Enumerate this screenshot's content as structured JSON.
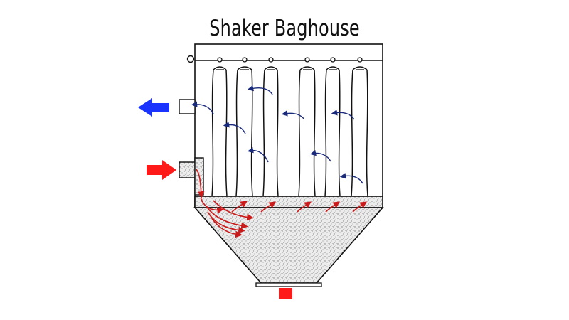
{
  "diagram": {
    "title": "Shaker Baghouse",
    "colors": {
      "clean_gas": "#1a33ff",
      "dirty_gas": "#ff1a1a",
      "inner_flow": "#1a2a7a",
      "dust_flow": "#cc1a1a",
      "outline": "#111111",
      "dust_fill": "#e4e4e4"
    },
    "components": [
      "shaker-mechanism",
      "filter-bags",
      "clean-gas-outlet",
      "dirty-gas-inlet",
      "tube-sheet",
      "dust-hopper",
      "dust-discharge"
    ],
    "filter_bag_count": 6
  }
}
